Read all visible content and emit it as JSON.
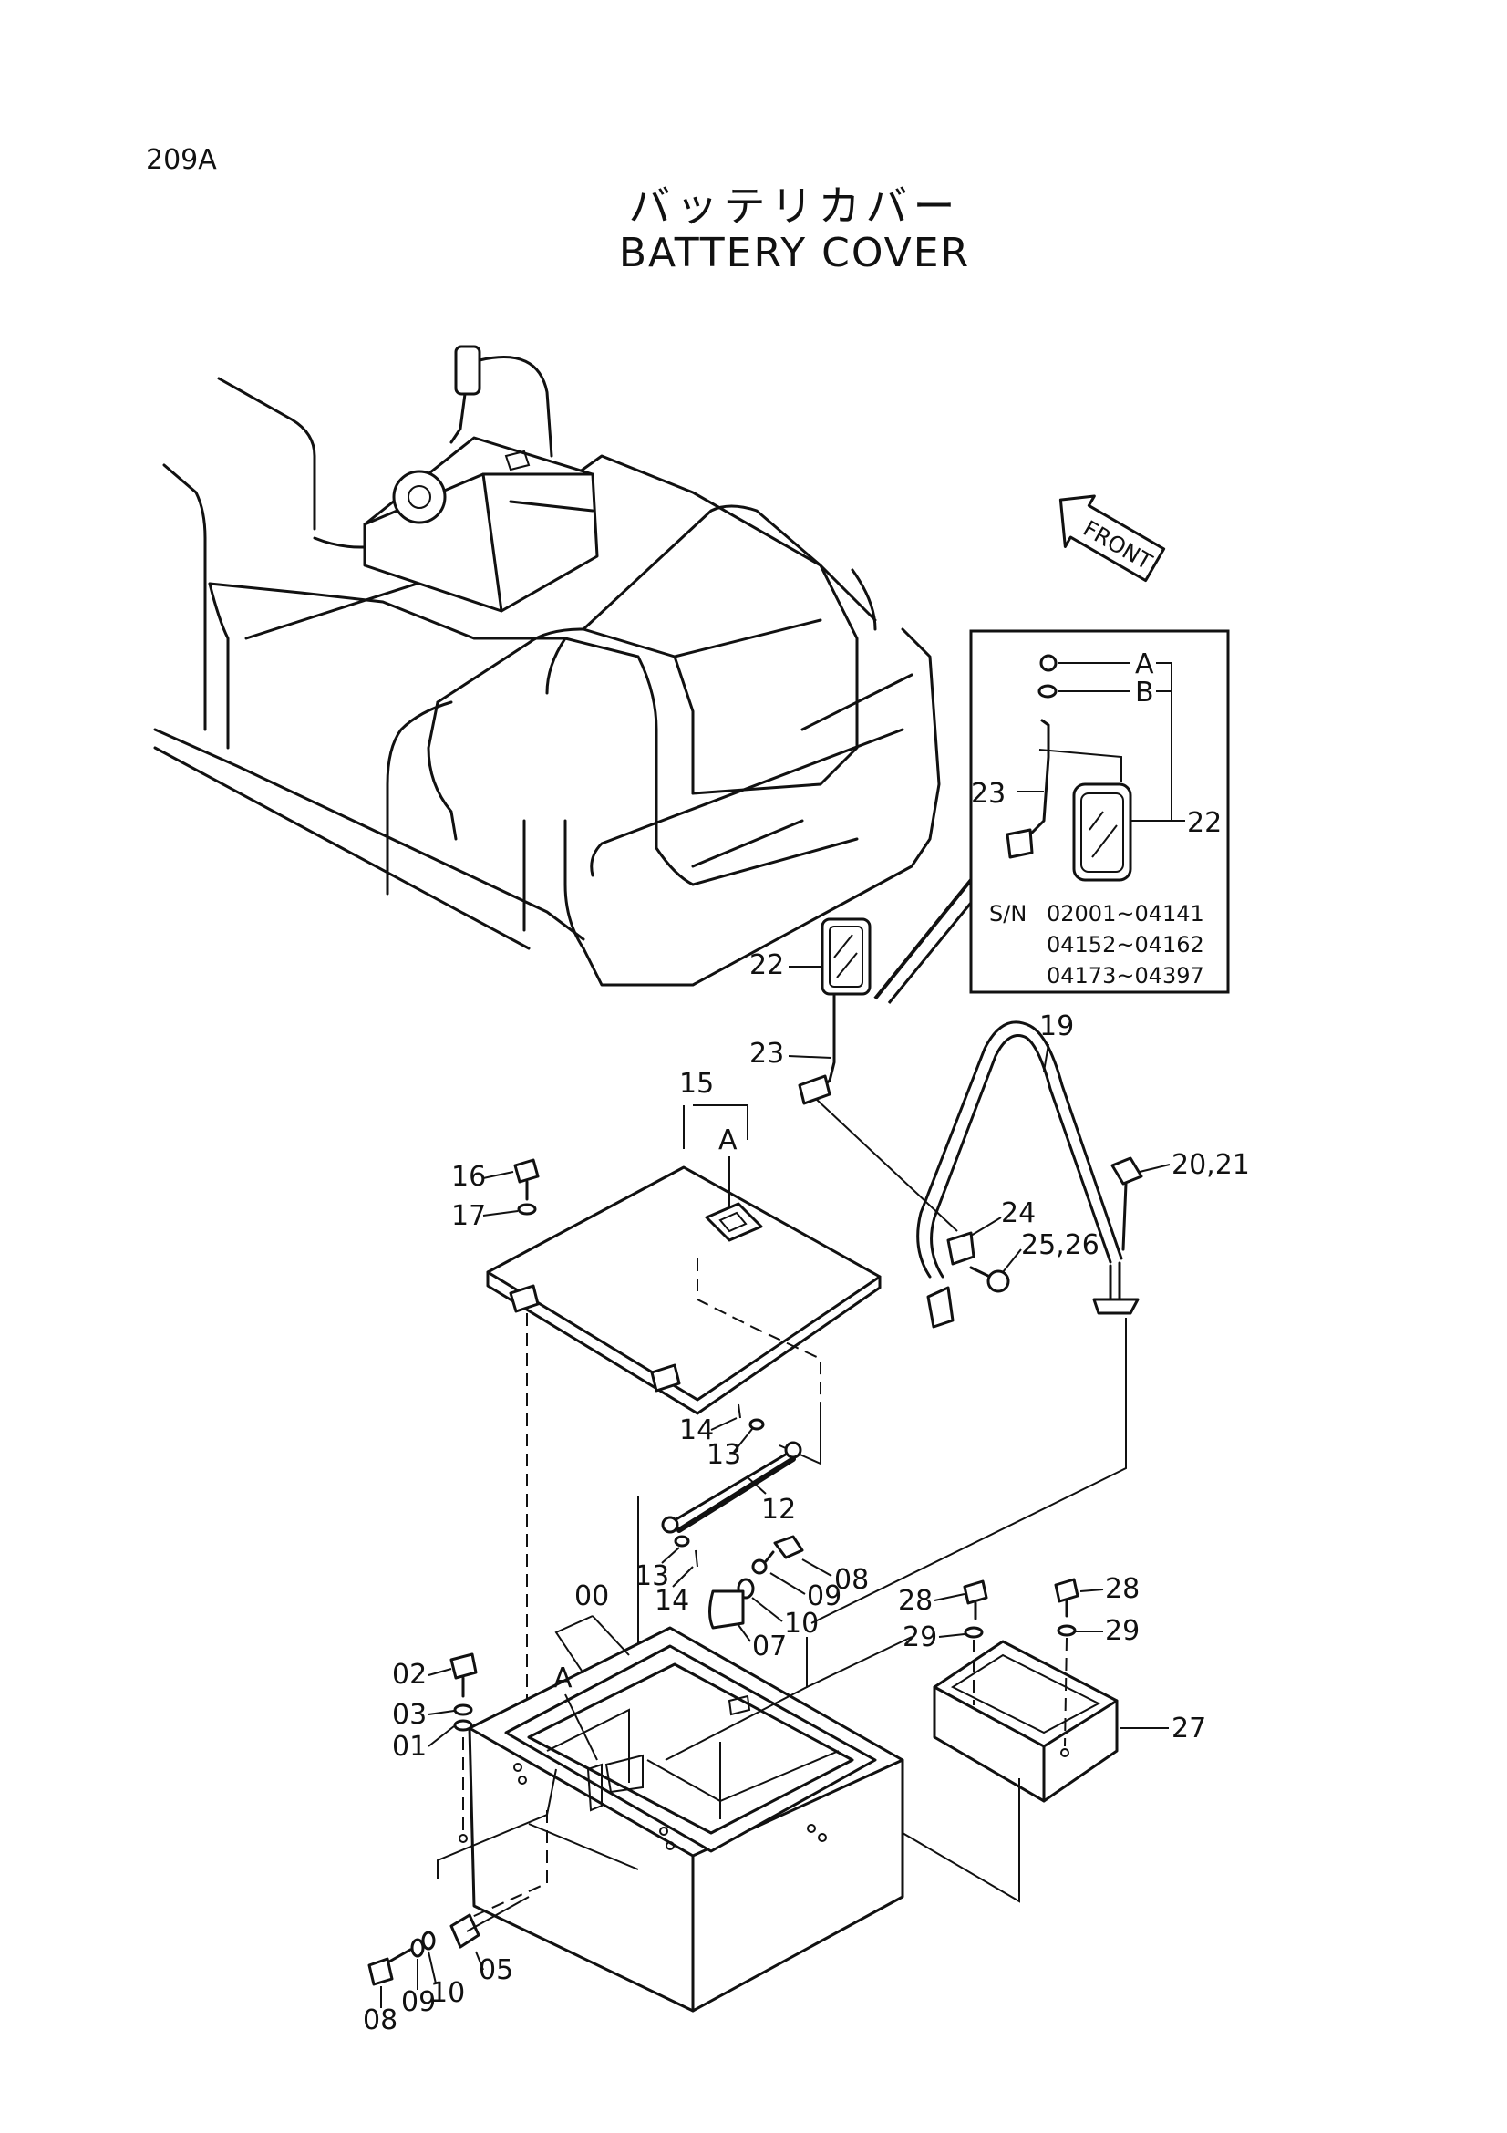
{
  "page_code": "209A",
  "title_jp": "バッテリカバー",
  "title_en": "BATTERY COVER",
  "front_label": "FRONT",
  "inset": {
    "ref_a": "A",
    "ref_b": "B",
    "part_22": "22",
    "part_23": "23",
    "sn_prefix": "S/N",
    "sn_ranges": [
      "02001~04141",
      "04152~04162",
      "04173~04397"
    ]
  },
  "callouts": {
    "p22": "22",
    "p23": "23",
    "p19": "19",
    "p15": "15",
    "pA_top": "A",
    "p16": "16",
    "p17": "17",
    "p20_21": "20,21",
    "p24": "24",
    "p25_26": "25,26",
    "p14_top": "14",
    "p13_top": "13",
    "p12": "12",
    "p13_bot": "13",
    "p14_bot": "14",
    "p08_top": "08",
    "p09_top": "09",
    "p10_top": "10",
    "p07": "07",
    "p00": "00",
    "pA_bot": "A",
    "p02": "02",
    "p03": "03",
    "p01": "01",
    "p28_left": "28",
    "p28_right": "28",
    "p29_left": "29",
    "p29_right": "29",
    "p27": "27",
    "p05": "05",
    "p10_bot": "10",
    "p09_bot": "09",
    "p08_bot": "08"
  }
}
